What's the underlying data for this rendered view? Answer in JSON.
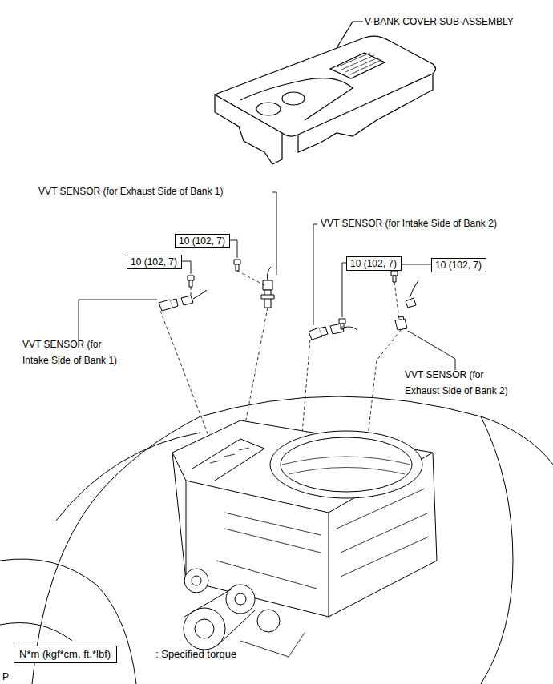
{
  "diagram": {
    "nodes": [
      {
        "text": [
          "10 (102, 7)"
        ]
      },
      {
        "text": [
          "10 (102, 7)"
        ]
      },
      {
        "text": [
          "10 (102, 7)"
        ]
      },
      {
        "text": [
          "10 (102, 7)"
        ]
      },
      {
        "text": [
          "N*m (kgf*cm, ft.*lbf)"
        ]
      }
    ],
    "labels": [
      "V-BANK COVER SUB-ASSEMBLY",
      "VVT SENSOR (for Exhaust Side of Bank 1)",
      "VVT SENSOR (for Intake Side of Bank 2)",
      "VVT SENSOR (for Intake Side of Bank 1)",
      "VVT SENSOR (for Exhaust Side of Bank 2)",
      ": Specified torque",
      "P"
    ]
  }
}
